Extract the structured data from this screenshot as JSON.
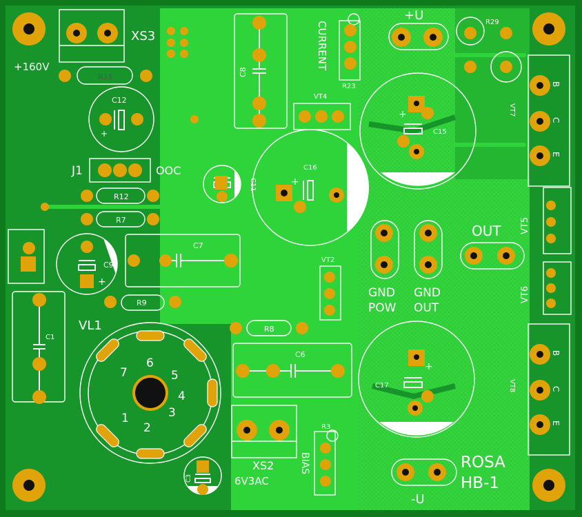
{
  "colors": {
    "board_dark": "#138a22",
    "board_edge": "#0e7a1c",
    "copper_light": "#2fd43a",
    "pad": "#e0a30a",
    "hole": "#111111",
    "silk": "#ffffff"
  },
  "labels": {
    "xs3": "XS3",
    "v160": "+160V",
    "r15": "R15",
    "c12": "C12",
    "j1": "J1",
    "ooc": "OOC",
    "r12": "R12",
    "r7": "R7",
    "c9": "C9",
    "c7": "C7",
    "r9": "R9",
    "vl1": "VL1",
    "c1": "C1",
    "c8": "C8",
    "vt4": "VT4",
    "current": "CURRENT",
    "r23": "R23",
    "c11": "C11",
    "c16": "C16",
    "plus_u": "+U",
    "r29": "R29",
    "c15": "C15",
    "vt7": "VT7",
    "b": "B",
    "c": "C",
    "e": "E",
    "vt5": "VT5",
    "vt6": "VT6",
    "vt8": "VT8",
    "out": "OUT",
    "gnd_pow_1": "GND",
    "gnd_pow_2": "POW",
    "gnd_out_1": "GND",
    "gnd_out_2": "OUT",
    "vt2": "VT2",
    "r8": "R8",
    "c6": "C6",
    "c17": "C17",
    "xs2": "XS2",
    "v6v3ac": "6V3AC",
    "r3": "R3",
    "bias": "BIAS",
    "c3": "C3",
    "rosa": "ROSA",
    "hb1": "HB-1",
    "minus_u": "-U",
    "plus": "+",
    "pin1": "1",
    "pin2": "2",
    "pin3": "3",
    "pin4": "4",
    "pin5": "5",
    "pin6": "6",
    "pin7": "7"
  }
}
